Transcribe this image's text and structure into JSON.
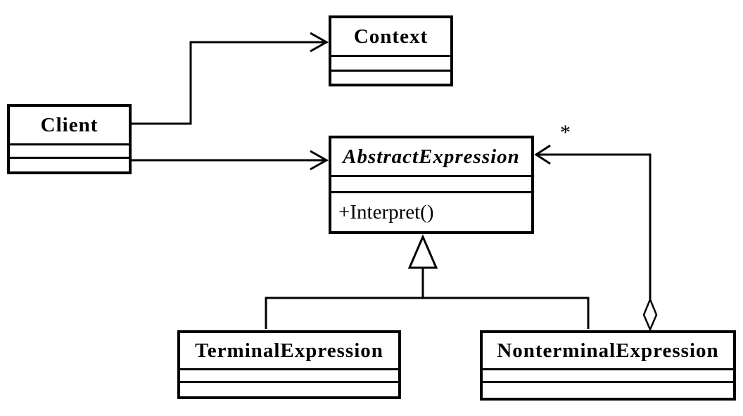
{
  "classes": {
    "context": {
      "name": "Context"
    },
    "client": {
      "name": "Client"
    },
    "abstract_expression": {
      "name": "AbstractExpression",
      "methods": [
        "+Interpret()"
      ]
    },
    "terminal_expression": {
      "name": "TerminalExpression"
    },
    "nonterminal_expression": {
      "name": "NonterminalExpression"
    }
  },
  "relationships": {
    "client_to_context": {
      "type": "association",
      "from": "Client",
      "to": "Context"
    },
    "client_to_abstract": {
      "type": "association",
      "from": "Client",
      "to": "AbstractExpression"
    },
    "generalization": {
      "type": "generalization",
      "parent": "AbstractExpression",
      "children": [
        "TerminalExpression",
        "NonterminalExpression"
      ]
    },
    "aggregation": {
      "type": "aggregation",
      "from": "NonterminalExpression",
      "to": "AbstractExpression",
      "multiplicity": "*"
    }
  },
  "colors": {
    "line": "#000000",
    "background": "#ffffff"
  }
}
